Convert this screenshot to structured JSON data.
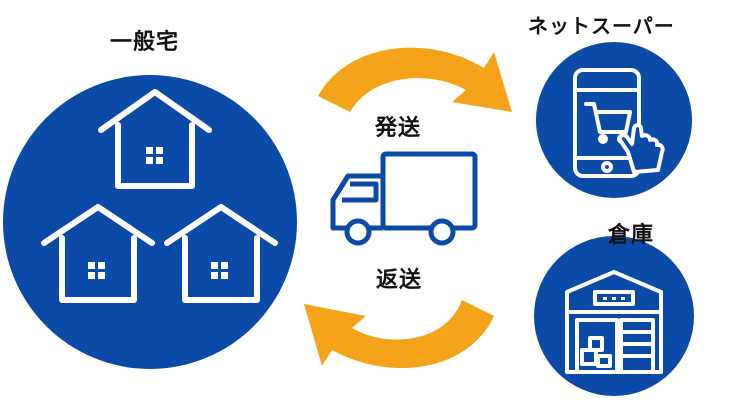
{
  "labels": {
    "homes": "一般宅",
    "supermarket": "ネットスーパー",
    "warehouse": "倉庫",
    "shipping": "発送",
    "return": "返送"
  },
  "colors": {
    "circle_blue": "#0b4aa6",
    "arrow_orange": "#f5a31a",
    "truck_blue": "#0b4aa6",
    "icon_white": "#ffffff"
  },
  "icons": [
    "house-icon",
    "shopping-cart-phone-icon",
    "warehouse-icon",
    "truck-icon",
    "curved-arrow-icon"
  ]
}
